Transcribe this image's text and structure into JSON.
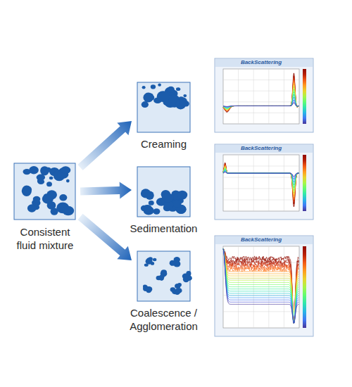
{
  "diagram": {
    "nodes": [
      {
        "text": [
          "Consistent fluid mixture"
        ]
      },
      {
        "text": [
          "Creaming"
        ]
      },
      {
        "text": [
          "Sedimentation"
        ]
      },
      {
        "text": [
          "Coalescence / Agglomeration"
        ]
      },
      {
        "text": [
          "BackScattering"
        ]
      },
      {
        "text": [
          "BackScattering"
        ]
      },
      {
        "text": [
          "BackScattering"
        ]
      }
    ],
    "edges": [
      {
        "from": 0,
        "to": 1,
        "arrow": "to"
      },
      {
        "from": 0,
        "to": 2,
        "arrow": "to"
      },
      {
        "from": 0,
        "to": 3,
        "arrow": "to"
      }
    ]
  }
}
